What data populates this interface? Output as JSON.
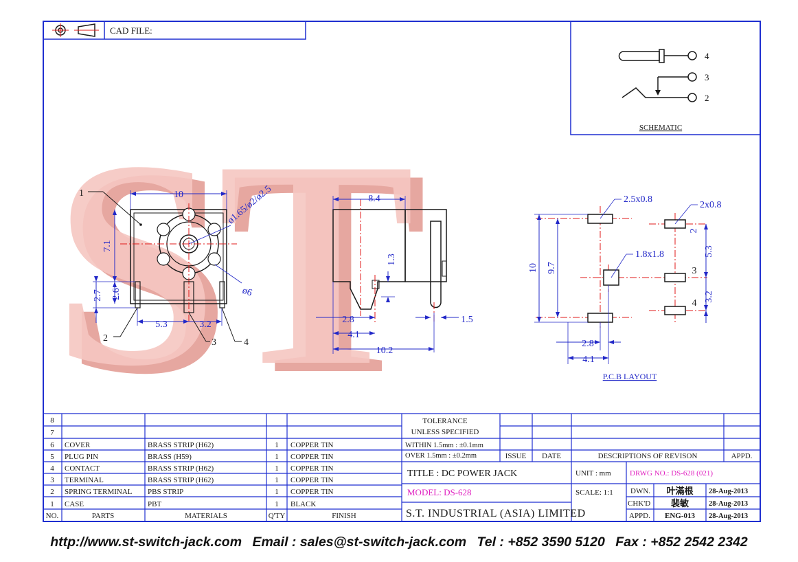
{
  "colors": {
    "border": "#1f2fd0",
    "dimension": "#2228c8",
    "centerline": "#e01818",
    "watermark": "#f2b6b0",
    "highlight": "#e020c0",
    "text": "#1a1a1a"
  },
  "watermark": {
    "text": "ST"
  },
  "header": {
    "cad_file_label": "CAD FILE:",
    "symbol_icon": "projection-symbol-icon"
  },
  "schematic": {
    "title": "SCHEMATIC",
    "pins": [
      "4",
      "3",
      "2"
    ]
  },
  "front_view": {
    "callouts": [
      "1",
      "2",
      "3",
      "4"
    ],
    "dims": [
      "10",
      "7.1",
      "2.7",
      "2.6",
      "5.3",
      "3.2",
      "ø1.65/ø2/ø2.5",
      "ø6"
    ]
  },
  "side_view": {
    "dims": [
      "8.4",
      "1.3",
      "2.8",
      "4.1",
      "10.2",
      "1.5"
    ]
  },
  "pcb_layout": {
    "title": "P.C.B LAYOUT",
    "dims": [
      "2.5x0.8",
      "2x0.8",
      "1.8x1.8",
      "10",
      "9.7",
      "5.3",
      "3.2",
      "2.8",
      "4.1"
    ],
    "pins": [
      "2",
      "3",
      "4"
    ]
  },
  "bom": {
    "headers": [
      "NO.",
      "PARTS",
      "MATERIALS",
      "Q'TY",
      "FINISH"
    ],
    "rows": [
      {
        "no": "8",
        "part": "",
        "material": "",
        "qty": "",
        "finish": ""
      },
      {
        "no": "7",
        "part": "",
        "material": "",
        "qty": "",
        "finish": ""
      },
      {
        "no": "6",
        "part": "COVER",
        "material": "BRASS STRIP (H62)",
        "qty": "1",
        "finish": "COPPER TIN"
      },
      {
        "no": "5",
        "part": "PLUG PIN",
        "material": "BRASS (H59)",
        "qty": "1",
        "finish": "COPPER TIN"
      },
      {
        "no": "4",
        "part": "CONTACT",
        "material": "BRASS STRIP (H62)",
        "qty": "1",
        "finish": "COPPER TIN"
      },
      {
        "no": "3",
        "part": "TERMINAL",
        "material": "BRASS STRIP (H62)",
        "qty": "1",
        "finish": "COPPER TIN"
      },
      {
        "no": "2",
        "part": "SPRING TERMINAL",
        "material": "PBS STRIP",
        "qty": "1",
        "finish": "COPPER TIN"
      },
      {
        "no": "1",
        "part": "CASE",
        "material": "PBT",
        "qty": "1",
        "finish": "BLACK"
      }
    ]
  },
  "tolerance": {
    "title_1": "TOLERANCE",
    "title_2": "UNLESS   SPECIFIED",
    "within": "WITHIN  1.5mm : ±0.1mm",
    "over": "OVER    1.5mm : ±0.2mm"
  },
  "revision": {
    "issue": "ISSUE",
    "date": "DATE",
    "description": "DESCRIPTIONS  OF  REVISON",
    "appd": "APPD."
  },
  "title_block": {
    "title": "TITLE : DC POWER JACK",
    "model": "MODEL: DS-628",
    "company": "S.T.  INDUSTRIAL  (ASIA)  LIMITED",
    "unit": "UNIT :   mm",
    "scale": "SCALE:   1:1",
    "drwg_no": "DRWG NO.: DS-628 (021)",
    "dwn_label": "DWN.",
    "dwn_name": "叶滿根",
    "dwn_date": "28-Aug-2013",
    "chkd_label": "CHK'D",
    "chkd_name": "裴敏",
    "chkd_date": "28-Aug-2013",
    "appd_label": "APPD.",
    "appd_name": "ENG-013",
    "appd_date": "28-Aug-2013"
  },
  "footer": {
    "website": "http://www.st-switch-jack.com",
    "email": "Email : sales@st-switch-jack.com",
    "tel": "Tel : +852 3590 5120",
    "fax": "Fax : +852 2542 2342"
  }
}
